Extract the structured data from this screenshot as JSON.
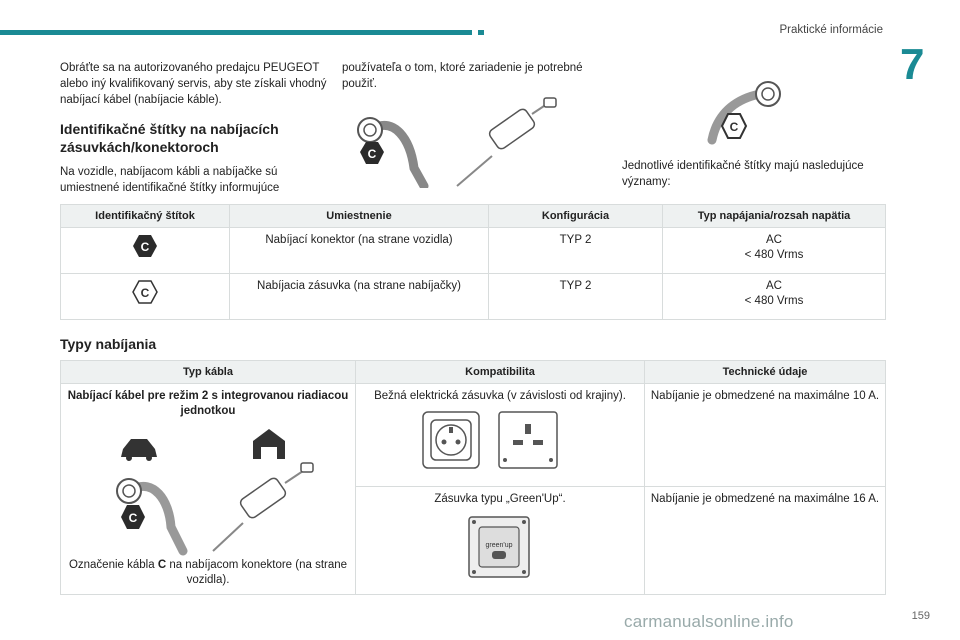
{
  "header": {
    "section": "Praktické informácie",
    "chapter": "7"
  },
  "intro": {
    "p1": "Obráťte sa na autorizovaného predajcu PEUGEOT alebo iný kvalifikovaný servis, aby ste získali vhodný nabíjací kábel (nabíjacie káble).",
    "heading": "Identifikačné štítky na nabíjacích zásuvkách/konektoroch",
    "p2": "Na vozidle, nabíjacom kábli a nabíjačke sú umiestnené identifikačné štítky informujúce",
    "p3": "používateľa o tom, ktoré zariadenie je potrebné použiť.",
    "p4": "Jednotlivé identifikačné štítky majú nasledujúce významy:"
  },
  "badge_letter": "C",
  "table1": {
    "headers": [
      "Identifikačný štítok",
      "Umiestnenie",
      "Konfigurácia",
      "Typ napájania/rozsah napätia"
    ],
    "rows": [
      {
        "location": "Nabíjací konektor (na strane vozidla)",
        "config": "TYP 2",
        "power1": "AC",
        "power2": "< 480 Vrms"
      },
      {
        "location": "Nabíjacia zásuvka (na strane nabíjačky)",
        "config": "TYP 2",
        "power1": "AC",
        "power2": "< 480 Vrms"
      }
    ]
  },
  "types_heading": "Typy nabíjania",
  "table2": {
    "headers": [
      "Typ kábla",
      "Kompatibilita",
      "Technické údaje"
    ],
    "cable_title": "Nabíjací kábel pre režim 2 s integrovanou riadiacou jednotkou",
    "cable_note_pre": "Označenie kábla ",
    "cable_note_bold": "C",
    "cable_note_post": " na nabíjacom konektore (na strane vozidla).",
    "rows": [
      {
        "compat": "Bežná elektrická zásuvka (v závislosti od krajiny).",
        "tech": "Nabíjanie je obmedzené na maximálne 10 A."
      },
      {
        "compat": "Zásuvka typu „Green'Up“.",
        "tech": "Nabíjanie je obmedzené na maximálne 16 A.",
        "socket_label": "green'up"
      }
    ]
  },
  "page_number": "159",
  "watermark": "carmanualsonline.info"
}
